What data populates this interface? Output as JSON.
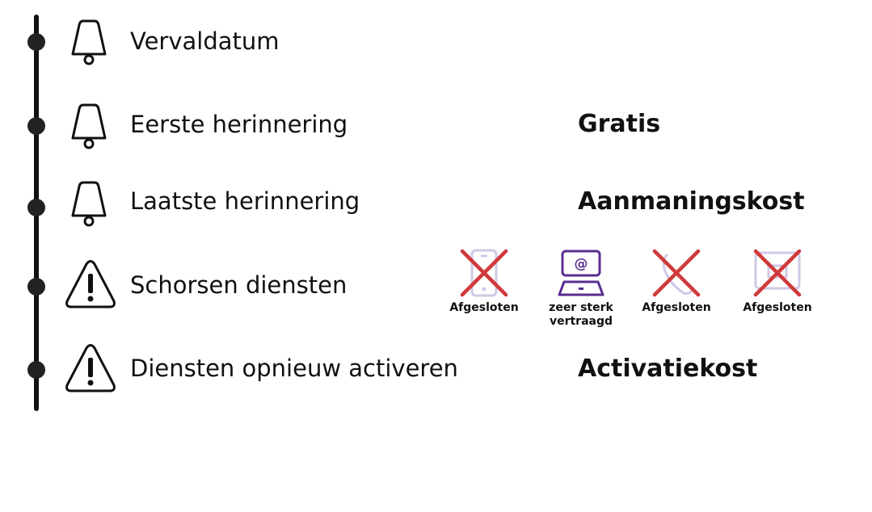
{
  "steps": [
    {
      "label": "Vervaldatum",
      "icon": "bell-icon",
      "cost": ""
    },
    {
      "label": "Eerste herinnering",
      "icon": "bell-icon",
      "cost": "Gratis"
    },
    {
      "label": "Laatste herinnering",
      "icon": "bell-icon",
      "cost": "Aanmaningskost"
    },
    {
      "label": "Schorsen diensten",
      "icon": "warning-icon",
      "cost": ""
    },
    {
      "label": "Diensten opnieuw activeren",
      "icon": "warning-icon",
      "cost": "Activatiekost"
    }
  ],
  "services": [
    {
      "name": "mobile",
      "icon": "mobile-phone-icon",
      "status": "Afgesloten"
    },
    {
      "name": "internet",
      "icon": "computer-email-icon",
      "status": "zeer sterk vertraagd"
    },
    {
      "name": "phone",
      "icon": "phone-icon",
      "status": "Afgesloten"
    },
    {
      "name": "tv",
      "icon": "tv-icon",
      "status": "Afgesloten"
    }
  ],
  "colors": {
    "cross": "#d0393b",
    "service_active": "#5a2d91",
    "service_disabled": "#d2c8e6"
  }
}
